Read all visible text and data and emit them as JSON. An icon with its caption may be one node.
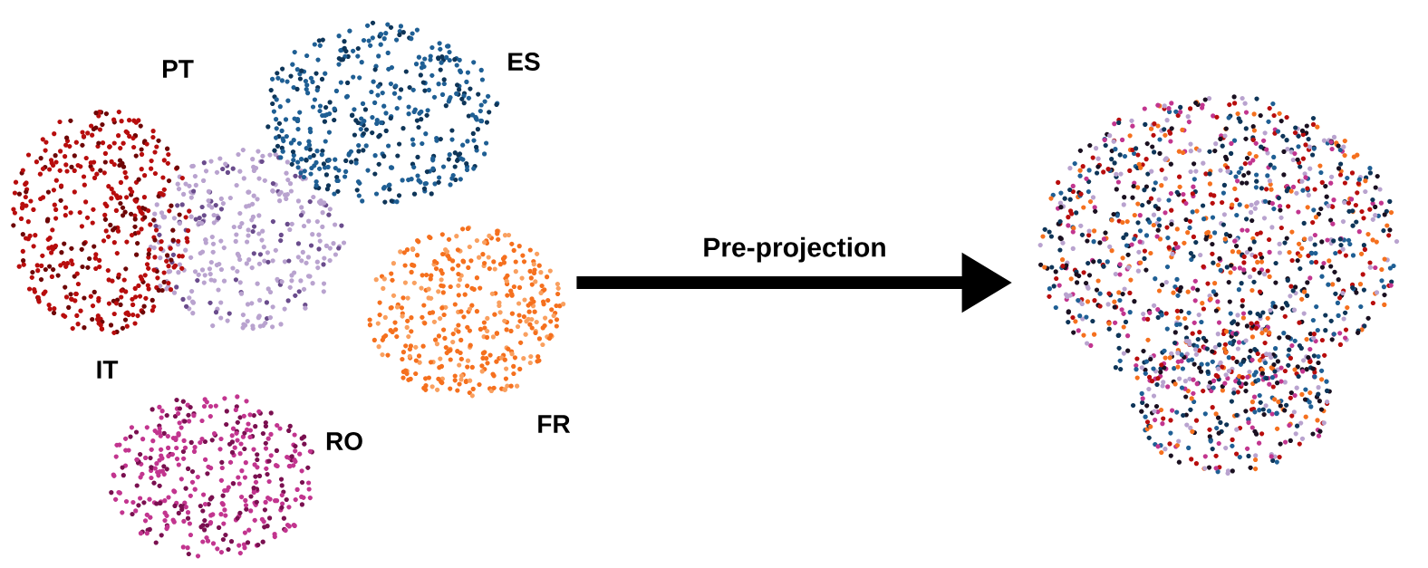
{
  "diagram": {
    "nodes": [
      {
        "text": [],
        "shape": "picture"
      },
      {
        "text": [],
        "shape": "picture"
      }
    ],
    "edges": [
      {
        "from": 0,
        "to": 1,
        "arrow": "to",
        "label": "Pre-projection"
      }
    ],
    "labels": [
      "PT",
      "ES",
      "IT",
      "FR",
      "RO"
    ]
  }
}
